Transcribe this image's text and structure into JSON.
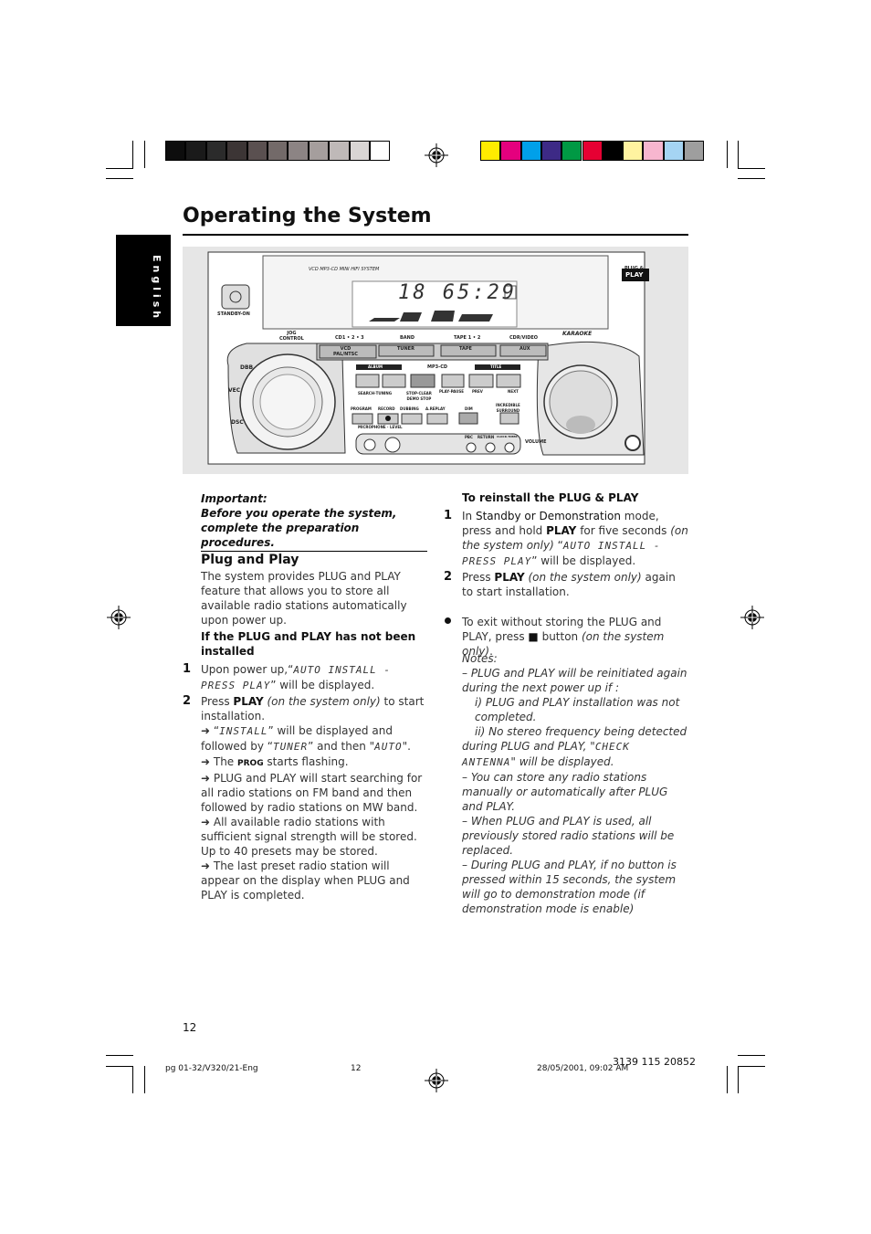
{
  "page": {
    "title": "Operating the System",
    "side_tab": "English",
    "page_number": "12",
    "doc_code": "3139 115 20852",
    "footer_left": "pg 01-32/V320/21-Eng",
    "footer_center": "12",
    "footer_right": "28/05/2001, 09:02 AM"
  },
  "colors": {
    "gray_bars": [
      "#0d0d0d",
      "#1a1a1a",
      "#2b2b2b",
      "#3c3535",
      "#5a5050",
      "#736a69",
      "#8c8484",
      "#a59e9d",
      "#bfb9b8",
      "#d9d5d4",
      "#ffffff"
    ],
    "color_bars": [
      "#ffeb00",
      "#e5007e",
      "#00a0e9",
      "#3d2a86",
      "#009944",
      "#e60033",
      "#000000",
      "#fff3a0",
      "#f7b6cf",
      "#a5d4f3",
      "#9e9e9e"
    ]
  },
  "device": {
    "brand_line": "VCD MP3-CD MINI HIFI SYSTEM",
    "display_digits": "18 65:29",
    "plug_play_top": "PLUG &",
    "plug_play_bottom": "PLAY",
    "standby": "STANDBY-ON",
    "jog_control": "JOG\nCONTROL",
    "source_labels": [
      "CD1 • 2 • 3",
      "BAND",
      "TAPE 1 • 2",
      "CDR/VIDEO"
    ],
    "source_buttons": [
      "VCD\nPAL/NTSC",
      "TUNER",
      "TAPE",
      "AUX"
    ],
    "karaoke": "KARAOKE",
    "album": "ALBUM",
    "mp3cd": "MP3-CD",
    "title_label": "TITLE",
    "transport_labels": [
      "SEARCH·TUNING",
      "STOP·CLEAR\nDEMO STOP",
      "PLAY·PAUSE",
      "PREV",
      "NEXT"
    ],
    "bottom_labels": [
      "PROGRAM",
      "RECORD",
      "DUBBING",
      "A.REPLAY",
      "DIM",
      "INCREDIBLE\nSURROUND"
    ],
    "microphone": "MICROPHONE · LEVEL",
    "pbc": "PBC",
    "return": "RETURN",
    "clock_timer": "CLOCK·TIMER",
    "volume": "VOLUME",
    "dial_labels": [
      "DBB",
      "VEC",
      "DSC"
    ]
  },
  "left": {
    "important_1": "Important:",
    "important_2": "Before you operate the system, complete the preparation procedures.",
    "heading": "Plug and Play",
    "intro": "The system provides PLUG and PLAY feature that allows you to store all available radio stations automatically upon power up.",
    "sub": "If the PLUG and PLAY has not been installed",
    "step1_num": "1",
    "step1_a": "Upon power up,“",
    "step1_lcd": "AUTO INSTALL - PRESS PLAY",
    "step1_b": "” will be displayed.",
    "step2_num": "2",
    "step2_a": "Press ",
    "step2_b": "PLAY",
    "step2_c": " (on the system only)",
    "step2_d": " to start installation.",
    "arrow1_a": "➜ “",
    "arrow1_lcd1": "INSTALL",
    "arrow1_b": "” will be displayed and followed by “",
    "arrow1_lcd2": "TUNER",
    "arrow1_c": "” and then \"",
    "arrow1_lcd3": "AUTO",
    "arrow1_d": "\".",
    "arrow2_a": "➜ The ",
    "arrow2_b": "PROG",
    "arrow2_c": " starts flashing.",
    "arrow3": "➜ PLUG and PLAY will start searching for all radio stations on FM band and then followed by radio stations on MW band.",
    "arrow4": "➜ All available radio stations with sufficient signal strength will be stored. Up to 40 presets may be stored.",
    "arrow5": "➜ The last preset radio station will appear on the display when PLUG and PLAY is completed."
  },
  "right": {
    "heading": "To reinstall the PLUG & PLAY",
    "s1_num": "1",
    "s1_a": "In ",
    "s1_b": "Standby or Demonstration",
    "s1_c": " mode, press and hold ",
    "s1_d": "PLAY",
    "s1_e": " for five seconds ",
    "s1_f": "(on the system only)",
    "s1_g": " “",
    "s1_lcd": "AUTO INSTALL - PRESS PLAY",
    "s1_h": "” will be displayed.",
    "s2_num": "2",
    "s2_a": "Press ",
    "s2_b": "PLAY",
    "s2_c": " (on the system only)",
    "s2_d": " again to start installation.",
    "bullet_a": "To exit without storing the PLUG and PLAY, press ",
    "bullet_sym": "■",
    "bullet_b": " button ",
    "bullet_c": "(on the system only)",
    "bullet_d": ".",
    "notes_title": "Notes:",
    "note1": "–  PLUG and PLAY will be reinitiated again during the next power up if :",
    "note1a": "i) PLUG and PLAY installation was not completed.",
    "note1b_a": "ii) No stereo frequency being detected during PLUG and PLAY, \"",
    "note1b_lcd": "CHECK ANTENNA",
    "note1b_b": "\" will be displayed.",
    "note2": "–  You can store any radio stations manually or automatically after PLUG and PLAY.",
    "note3": "–  When PLUG and PLAY is used, all previously stored radio stations will be replaced.",
    "note4": "–  During PLUG and PLAY, if no button is pressed within 15 seconds, the system will go to demonstration mode (if demonstration mode is enable)"
  }
}
